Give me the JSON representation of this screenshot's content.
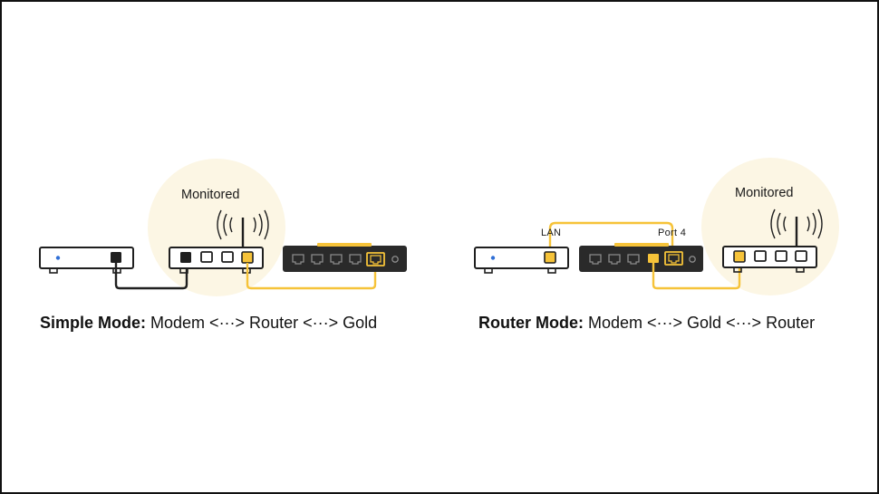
{
  "colors": {
    "accent_yellow": "#f6c339",
    "highlight_circle": "#fcf6e4",
    "device_outline": "#1f1f1f",
    "gold_device": "#2a2a2a",
    "led_blue": "#2f6fd6"
  },
  "simple_mode": {
    "monitored_label": "Monitored",
    "caption_title": "Simple Mode:",
    "caption_text": "Modem <···> Router <···> Gold",
    "icons": [
      "modem-icon",
      "router-icon",
      "wifi-signal-icon",
      "gold-device-icon"
    ]
  },
  "router_mode": {
    "monitored_label": "Monitored",
    "lan_label": "LAN",
    "port4_label": "Port 4",
    "caption_title": "Router Mode:",
    "caption_text": "Modem <···> Gold <···> Router",
    "icons": [
      "modem-icon",
      "gold-device-icon",
      "router-icon",
      "wifi-signal-icon"
    ]
  }
}
